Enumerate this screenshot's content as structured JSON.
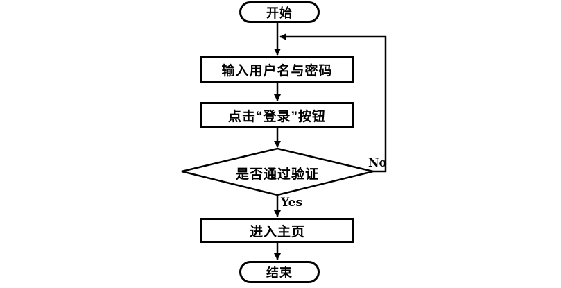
{
  "flowchart": {
    "nodes": {
      "start": "开始",
      "input": "输入用户名与密码",
      "click_login": "点击“登录”按钮",
      "decision": "是否通过验证",
      "enter_home": "进入主页",
      "end": "结束"
    },
    "edge_labels": {
      "yes": "Yes",
      "no": "No"
    },
    "colors": {
      "stroke": "#000000",
      "fill": "#ffffff",
      "text": "#000000"
    }
  }
}
